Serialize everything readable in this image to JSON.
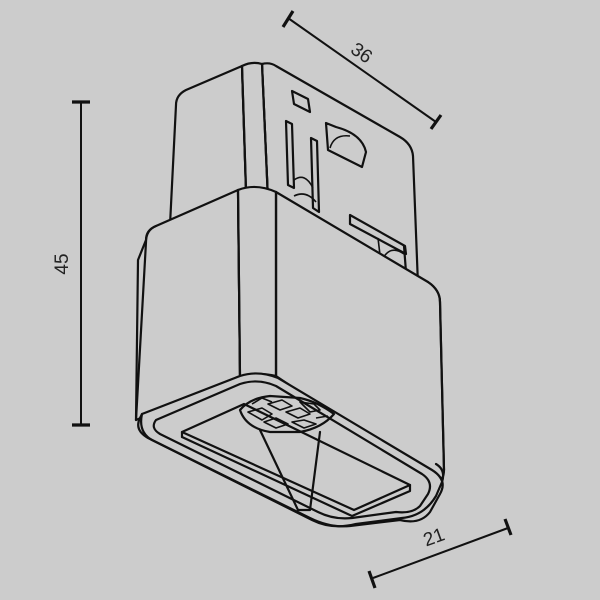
{
  "drawing": {
    "subject": "Track connector / adapter module with square lens opening",
    "background_color": "#cccccc",
    "line_color": "#111111",
    "view": "isometric line drawing"
  },
  "dimensions": {
    "width": {
      "label": "36",
      "orientation": "diagonal-top"
    },
    "height": {
      "label": "45",
      "orientation": "vertical-left"
    },
    "depth": {
      "label": "21",
      "orientation": "diagonal-bottom"
    }
  }
}
